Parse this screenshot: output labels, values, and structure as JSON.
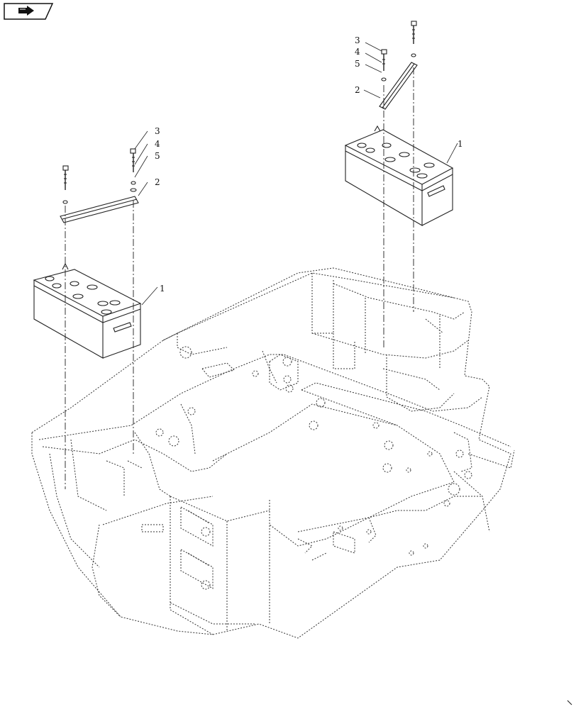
{
  "navigation": {
    "icon": "forward-arrow-icon"
  },
  "callouts": {
    "left_battery": "1",
    "left_strap": "2",
    "left_bolt": "3",
    "left_washer": "4",
    "left_nut": "5",
    "right_battery": "1",
    "right_strap": "2",
    "right_bolt": "3",
    "right_washer": "4",
    "right_nut": "5"
  },
  "colors": {
    "line": "#222222",
    "background": "#ffffff"
  }
}
